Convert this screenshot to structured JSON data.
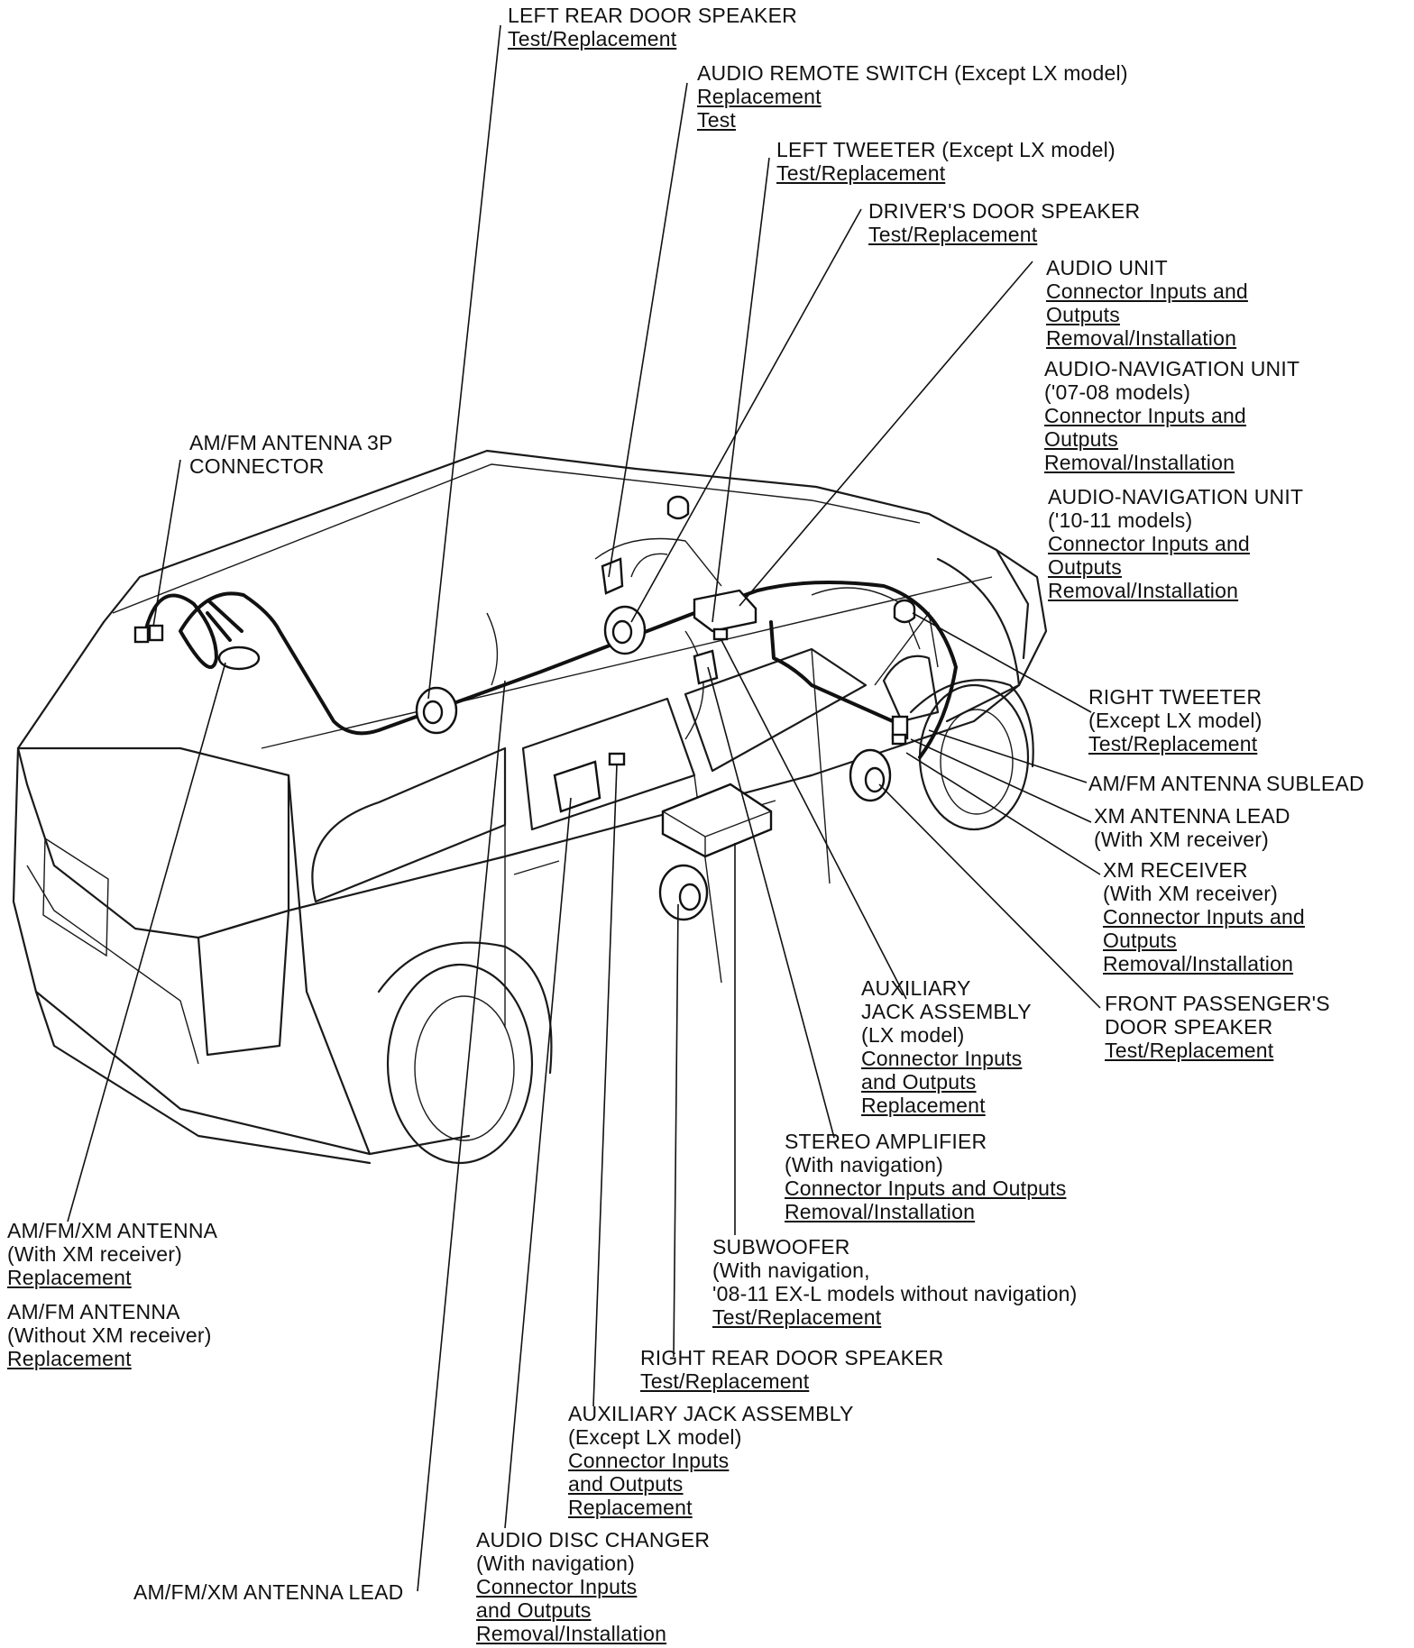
{
  "callouts": {
    "left_rear_door_speaker": {
      "lines": [
        "LEFT REAR DOOR SPEAKER"
      ],
      "links": [
        "Test/Replacement"
      ]
    },
    "audio_remote_switch": {
      "lines": [
        "AUDIO REMOTE SWITCH (Except LX model)"
      ],
      "links": [
        "Replacement",
        "Test"
      ]
    },
    "left_tweeter": {
      "lines": [
        "LEFT TWEETER (Except LX model)"
      ],
      "links": [
        "Test/Replacement"
      ]
    },
    "drivers_door_speaker": {
      "lines": [
        "DRIVER'S DOOR SPEAKER"
      ],
      "links": [
        "Test/Replacement"
      ]
    },
    "audio_unit": {
      "lines": [
        "AUDIO UNIT"
      ],
      "links": [
        "Connector Inputs and",
        "Outputs",
        "Removal/Installation"
      ]
    },
    "audio_nav_unit_0708": {
      "lines": [
        "AUDIO-NAVIGATION UNIT",
        "('07-08 models)"
      ],
      "links": [
        "Connector Inputs and",
        "Outputs",
        "Removal/Installation"
      ]
    },
    "audio_nav_unit_1011": {
      "lines": [
        "AUDIO-NAVIGATION UNIT",
        "('10-11 models)"
      ],
      "links": [
        "Connector Inputs and",
        "Outputs",
        "Removal/Installation"
      ]
    },
    "am_fm_antenna_3p_connector": {
      "lines": [
        "AM/FM ANTENNA 3P",
        "CONNECTOR"
      ],
      "links": []
    },
    "right_tweeter": {
      "lines": [
        "RIGHT TWEETER",
        "(Except LX model)"
      ],
      "links": [
        "Test/Replacement"
      ]
    },
    "am_fm_antenna_sublead": {
      "lines": [
        "AM/FM ANTENNA SUBLEAD"
      ],
      "links": []
    },
    "xm_antenna_lead": {
      "lines": [
        "XM ANTENNA LEAD",
        "(With XM receiver)"
      ],
      "links": []
    },
    "xm_receiver": {
      "lines": [
        "XM RECEIVER",
        "(With XM receiver)"
      ],
      "links": [
        "Connector Inputs and",
        "Outputs",
        "Removal/Installation"
      ]
    },
    "front_passenger_door_speaker": {
      "lines": [
        "FRONT PASSENGER'S",
        "DOOR SPEAKER"
      ],
      "links": [
        "Test/Replacement"
      ]
    },
    "aux_jack_lx": {
      "lines": [
        "AUXILIARY",
        "JACK ASSEMBLY",
        "(LX model)"
      ],
      "links": [
        "Connector Inputs",
        "and Outputs",
        "Replacement"
      ]
    },
    "stereo_amplifier": {
      "lines": [
        "STEREO AMPLIFIER",
        "(With navigation)"
      ],
      "links": [
        "Connector Inputs and Outputs",
        "Removal/Installation"
      ]
    },
    "subwoofer": {
      "lines": [
        "SUBWOOFER",
        "(With navigation,",
        "'08-11 EX-L models without navigation)"
      ],
      "links": [
        "Test/Replacement"
      ]
    },
    "right_rear_door_speaker": {
      "lines": [
        "RIGHT REAR DOOR SPEAKER"
      ],
      "links": [
        "Test/Replacement"
      ]
    },
    "aux_jack_except_lx": {
      "lines": [
        "AUXILIARY JACK ASSEMBLY",
        "(Except LX model)"
      ],
      "links": [
        "Connector Inputs",
        "and Outputs",
        "Replacement"
      ]
    },
    "audio_disc_changer": {
      "lines": [
        "AUDIO DISC CHANGER",
        "(With navigation)"
      ],
      "links": [
        "Connector Inputs",
        "and Outputs",
        "Removal/Installation"
      ]
    },
    "am_fm_xm_antenna_lead": {
      "lines": [
        "AM/FM/XM ANTENNA LEAD"
      ],
      "links": []
    },
    "am_fm_xm_antenna": {
      "lines": [
        "AM/FM/XM ANTENNA",
        "(With XM receiver)"
      ],
      "links": [
        "Replacement"
      ]
    },
    "am_fm_antenna": {
      "lines": [
        "AM/FM ANTENNA",
        "(Without XM receiver)"
      ],
      "links": [
        "Replacement"
      ]
    }
  }
}
